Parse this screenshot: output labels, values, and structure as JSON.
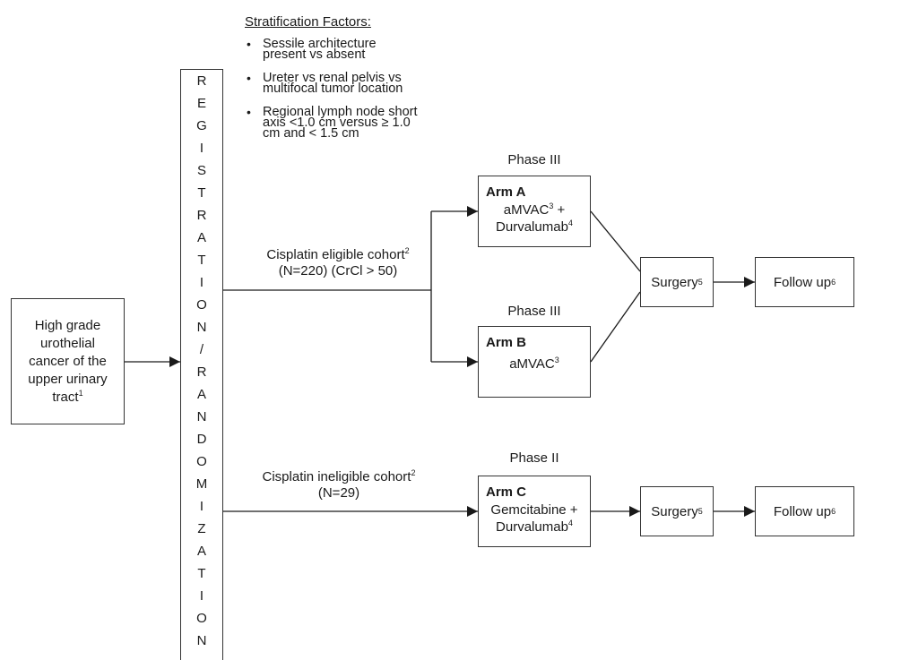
{
  "stratification": {
    "title": "Stratification Factors:",
    "items": [
      [
        "Sessile architecture",
        "present vs absent"
      ],
      [
        "Ureter vs renal pelvis vs",
        "multifocal tumor location"
      ],
      [
        "Regional lymph node short",
        "axis <1.0 cm versus ≥ 1.0",
        "cm and < 1.5 cm"
      ]
    ]
  },
  "registration_letters": [
    "R",
    "E",
    "G",
    "I",
    "S",
    "T",
    "R",
    "A",
    "T",
    "I",
    "O",
    "N",
    "/",
    "R",
    "A",
    "N",
    "D",
    "O",
    "M",
    "I",
    "Z",
    "A",
    "T",
    "I",
    "O",
    "N"
  ],
  "start_box": {
    "lines": [
      "High grade",
      "urothelial",
      "cancer of the",
      "upper urinary"
    ],
    "last": "tract",
    "sup": "1"
  },
  "eligible": {
    "line1": "Cisplatin eligible cohort",
    "line1_sup": "2",
    "line2": "(N=220) (CrCl > 50)"
  },
  "ineligible": {
    "line1": "Cisplatin ineligible cohort",
    "line1_sup": "2",
    "line2": "(N=29)"
  },
  "arm_a": {
    "phase": "Phase III",
    "title": "Arm A",
    "l1": "aMVAC",
    "l1_sup": "3",
    "l1_tail": " +",
    "l2": "Durvalumab",
    "l2_sup": "4"
  },
  "arm_b": {
    "phase": "Phase III",
    "title": "Arm B",
    "l1": "aMVAC",
    "l1_sup": "3"
  },
  "arm_c": {
    "phase": "Phase II",
    "title": "Arm C",
    "l1": "Gemcitabine +",
    "l2": "Durvalumab",
    "l2_sup": "4"
  },
  "surgery": {
    "label": "Surgery",
    "sup": "5"
  },
  "follow_up": {
    "label": "Follow up",
    "sup": "6"
  }
}
